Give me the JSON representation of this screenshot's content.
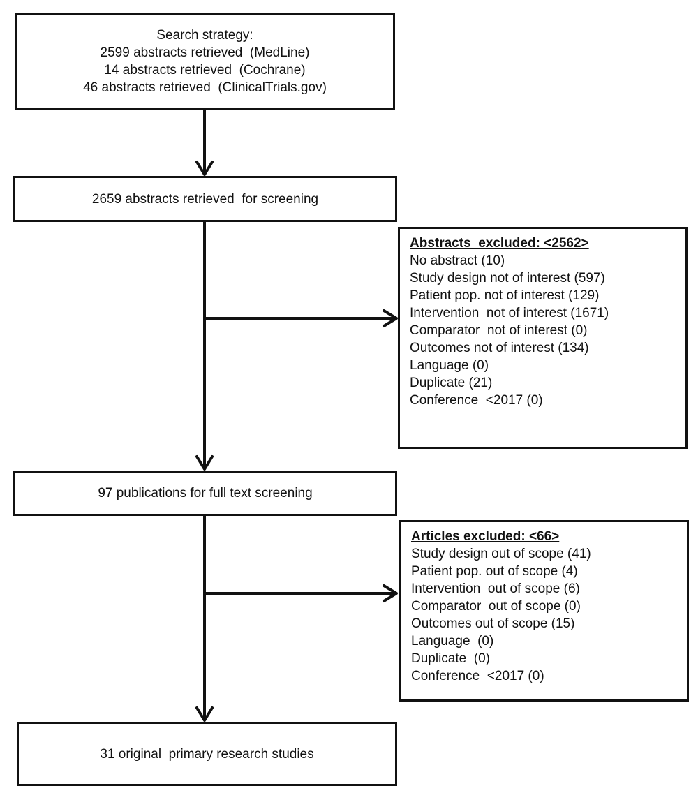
{
  "search_box": {
    "heading": "Search strategy:",
    "lines": [
      "2599 abstracts retrieved  (MedLine)",
      "14 abstracts retrieved  (Cochrane)",
      "46 abstracts retrieved  (ClinicalTrials.gov)"
    ]
  },
  "screening_box": {
    "text": "2659 abstracts retrieved  for screening"
  },
  "abstracts_excluded": {
    "heading": "Abstracts  excluded: <2562>",
    "items": [
      "No abstract (10)",
      "Study design not of interest (597)",
      "Patient pop. not of interest (129)",
      "Intervention  not of interest (1671)",
      "Comparator  not of interest (0)",
      "Outcomes not of interest (134)",
      "Language (0)",
      "Duplicate (21)",
      "Conference  <2017 (0)"
    ]
  },
  "fulltext_box": {
    "text": "97 publications for full text screening"
  },
  "articles_excluded": {
    "heading": "Articles excluded: <66>",
    "items": [
      "Study design out of scope (41)",
      "Patient pop. out of scope (4)",
      "Intervention  out of scope (6)",
      "Comparator  out of scope (0)",
      "Outcomes out of scope (15)",
      "Language  (0)",
      "Duplicate  (0)",
      "Conference  <2017 (0)"
    ]
  },
  "final_box": {
    "text": "31 original  primary research studies"
  },
  "colors": {
    "line": "#111111",
    "background": "#ffffff"
  }
}
